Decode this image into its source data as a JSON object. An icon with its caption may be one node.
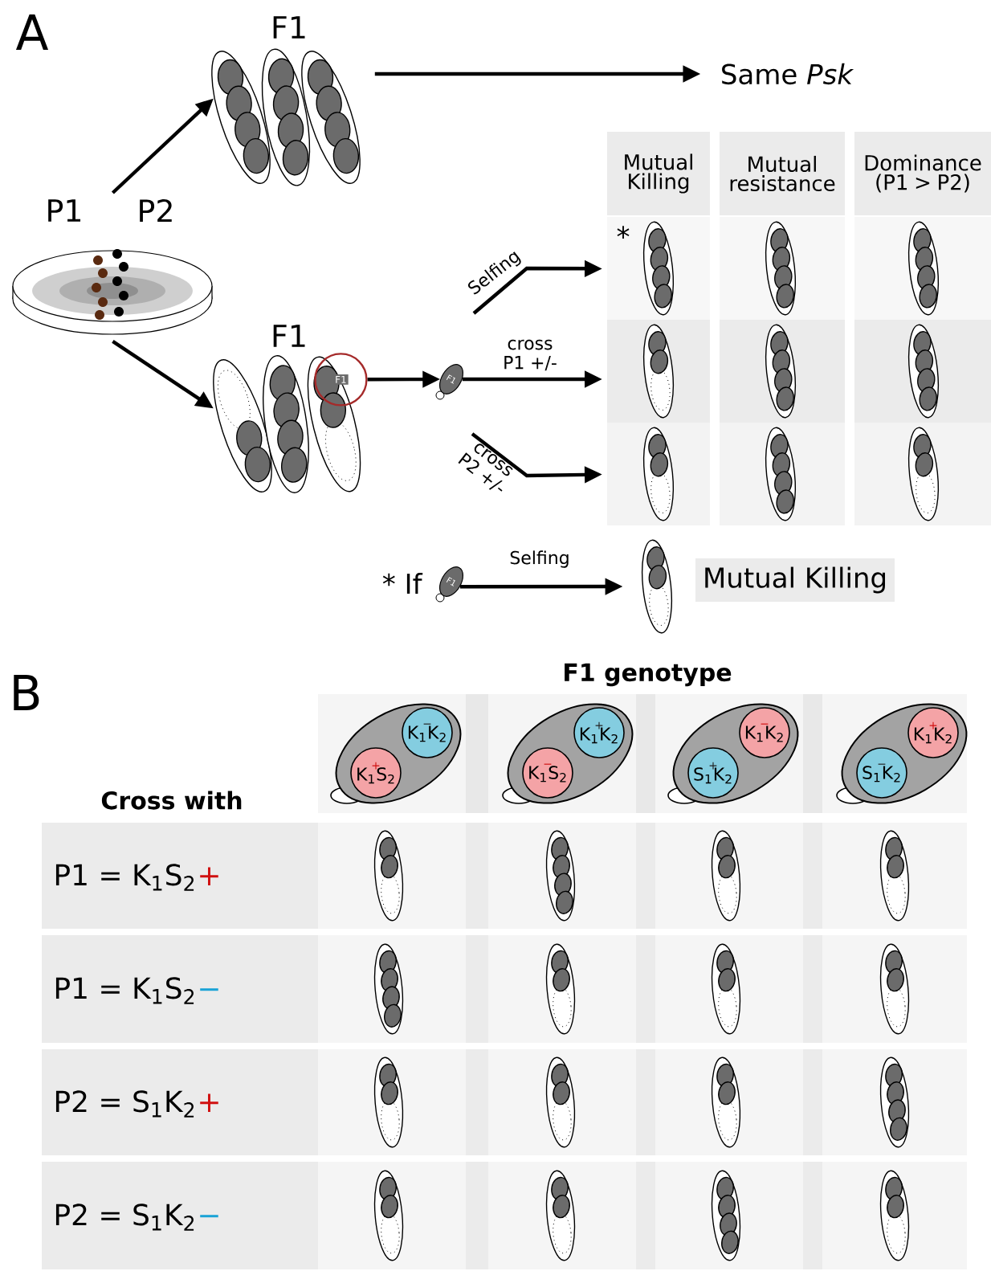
{
  "diagram": {
    "nodes": [
      {
        "text": [
          "P1",
          "P2"
        ]
      },
      {
        "text": [
          "F1"
        ]
      },
      {
        "text": [
          "Same *Psk*"
        ]
      },
      {
        "text": [
          "F1"
        ]
      },
      {
        "text": [
          "F1"
        ],
        "in": 3
      },
      {
        "text": [
          "F1"
        ]
      },
      {
        "text": [
          "*"
        ]
      },
      {
        "text": [],
        "shape": "box"
      },
      {
        "text": [],
        "shape": "box"
      },
      {
        "text": [
          "F1"
        ],
        "beside": [
          "* If"
        ]
      },
      {
        "text": [],
        "shape": "picture"
      },
      {
        "text": [
          "Mutual Killing"
        ]
      },
      {
        "text": [],
        "shape": "ellipse"
      },
      {
        "text": [
          "−",
          "K$_{1}$K$_{2}$"
        ],
        "in": 12
      },
      {
        "text": [
          "+",
          "K$_{1}$S$_{2}$"
        ],
        "in": 12
      },
      {
        "text": [],
        "shape": "ellipse"
      },
      {
        "text": [
          "+",
          "K$_{1}$K$_{2}$"
        ],
        "in": 15
      },
      {
        "text": [
          "−",
          "K$_{1}$S$_{2}$"
        ],
        "in": 15
      },
      {
        "text": [],
        "shape": "ellipse"
      },
      {
        "text": [
          "−",
          "K$_{1}$K$_{2}$"
        ],
        "in": 18
      },
      {
        "text": [
          "+",
          "S$_{1}$K$_{2}$"
        ],
        "in": 18
      },
      {
        "text": [],
        "shape": "ellipse"
      },
      {
        "text": [
          "+",
          "K$_{1}$K$_{2}$"
        ],
        "in": 21
      },
      {
        "text": [
          "−",
          "S$_{1}$K$_{2}$"
        ],
        "in": 21
      }
    ],
    "edges": [
      {
        "from": 0,
        "to": 1,
        "arrow": "to"
      },
      {
        "from": 1,
        "to": 2,
        "arrow": "to"
      },
      {
        "from": 0,
        "to": 3,
        "arrow": "to"
      },
      {
        "from": 4,
        "to": 5,
        "arrow": "to"
      },
      {
        "from": null,
        "to": 6,
        "arrow": "to",
        "label": "Selfing"
      },
      {
        "from": 5,
        "to": 7,
        "arrow": "to",
        "label": "cross P1 +/-"
      },
      {
        "from": null,
        "to": 8,
        "arrow": "to",
        "label": "cross P2 +/-"
      },
      {
        "from": 9,
        "to": 10,
        "arrow": "to",
        "label": "Selfing"
      }
    ],
    "labels": [
      "A",
      "Mutual Killing",
      "Mutual resistance",
      "Dominance (P1 > P2)",
      "B",
      "F1 genotype",
      "Cross with",
      "P1 = K$_{1}$S$_{2}$",
      "+",
      "P1 = K$_{1}$S$_{2}$",
      "−",
      "P2 = S$_{1}$K$_{2}$",
      "+",
      "P2 = S$_{1}$K$_{2}$",
      "−"
    ]
  }
}
